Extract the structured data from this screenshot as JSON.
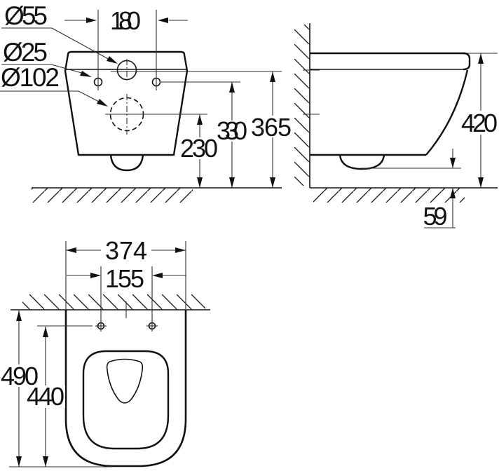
{
  "drawing": {
    "holes": {
      "flush_diameter": "Ø55",
      "mount_diameter": "Ø25",
      "drain_diameter": "Ø102"
    },
    "dimensions": {
      "d180": "180",
      "d230": "230",
      "d330": "330",
      "d365": "365",
      "d420": "420",
      "d59": "59",
      "d374": "374",
      "d155": "155",
      "d490": "490",
      "d440": "440"
    },
    "colors": {
      "outline": "#111111",
      "dimension_line": "#2e2e2e",
      "background": "#ffffff"
    }
  }
}
